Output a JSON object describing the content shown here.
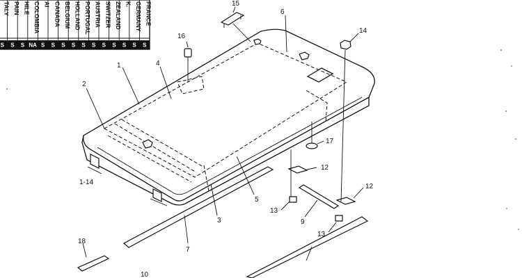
{
  "country_table": {
    "countries": [
      "TALY",
      "PAIN",
      "HILE",
      "COLOMBIA",
      "AI",
      "CANADA",
      "BELGIUM",
      "HOLLAND",
      "PORTUGAL",
      "AUSTRIA",
      "SWITZER",
      "ZEALAND",
      "K.",
      "GERMANY",
      "FRANCE"
    ],
    "codes": [
      "S",
      "S",
      "S",
      "NA",
      "S",
      "S",
      "S",
      "S",
      "S",
      "S",
      "S",
      "S",
      "S",
      "S",
      "S"
    ]
  },
  "callouts": [
    {
      "id": "c15",
      "text": "15"
    },
    {
      "id": "c6",
      "text": "6"
    },
    {
      "id": "c14",
      "text": "14"
    },
    {
      "id": "c16",
      "text": "16"
    },
    {
      "id": "c1",
      "text": "1"
    },
    {
      "id": "c4",
      "text": "4"
    },
    {
      "id": "c2",
      "text": "2"
    },
    {
      "id": "c17",
      "text": "17"
    },
    {
      "id": "c12a",
      "text": "12"
    },
    {
      "id": "c1_14",
      "text": "1-14"
    },
    {
      "id": "c5",
      "text": "5"
    },
    {
      "id": "c12b",
      "text": "12"
    },
    {
      "id": "c13a",
      "text": "13"
    },
    {
      "id": "c3",
      "text": "3"
    },
    {
      "id": "c9",
      "text": "9"
    },
    {
      "id": "c13b",
      "text": "13"
    },
    {
      "id": "c7",
      "text": "7"
    },
    {
      "id": "c18",
      "text": "18"
    },
    {
      "id": "c10",
      "text": "10"
    }
  ]
}
